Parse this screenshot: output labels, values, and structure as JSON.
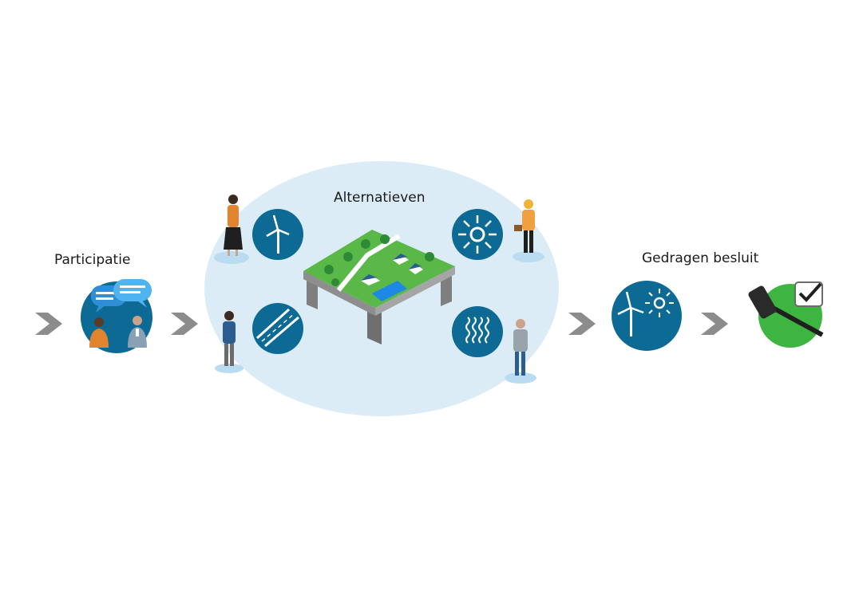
{
  "diagram": {
    "labels": {
      "participatie": "Participatie",
      "alternatieven": "Alternatieven",
      "besluit": "Gedragen besluit"
    },
    "icons": {
      "participation": "speech-bubbles-people-icon",
      "wind": "wind-turbine-icon",
      "road": "road-icon",
      "sun": "sun-icon",
      "water": "water-waves-icon",
      "map": "landscape-map-icon",
      "combined": "wind-sun-icon",
      "decision": "gavel-check-icon"
    },
    "colors": {
      "circle_blue": "#0d6a94",
      "bubble_light": "#dcecf7",
      "chevron_gray": "#8c8c8c",
      "decision_green": "#3db540",
      "map_green": "#59b848",
      "map_water": "#1e88e5",
      "table_gray": "#7f7f7f",
      "person_orange": "#e2832d",
      "person_blue": "#2c5d8f"
    }
  }
}
